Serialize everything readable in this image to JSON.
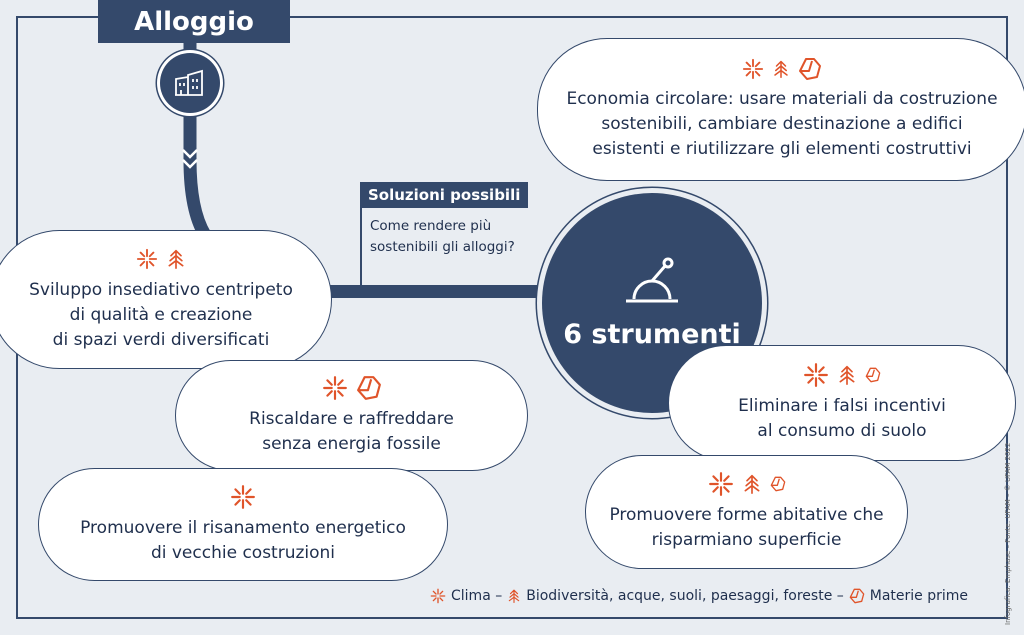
{
  "header": {
    "title": "Alloggio"
  },
  "solutions": {
    "heading": "Soluzioni possibili",
    "question_line1": "Come rendere più",
    "question_line2": "sostenibili gli alloggi?"
  },
  "center": {
    "label": "6 strumenti"
  },
  "instruments": [
    {
      "lines": [
        "Economia circolare: usare materiali da costruzione",
        "sostenibili, cambiare destinazione a edifici",
        "esistenti e riutilizzare gli elementi costruttivi"
      ],
      "icons": [
        "clima",
        "biodiversita",
        "materie-prime"
      ]
    },
    {
      "lines": [
        "Sviluppo insediativo centripeto",
        "di qualità e creazione",
        "di spazi verdi diversificati"
      ],
      "icons": [
        "clima",
        "biodiversita"
      ]
    },
    {
      "lines": [
        "Riscaldare e raffreddare",
        "senza energia fossile"
      ],
      "icons": [
        "clima",
        "materie-prime"
      ]
    },
    {
      "lines": [
        "Promuovere il risanamento energetico",
        "di vecchie costruzioni"
      ],
      "icons": [
        "clima"
      ]
    },
    {
      "lines": [
        "Eliminare i falsi incentivi",
        "al consumo di suolo"
      ],
      "icons": [
        "clima",
        "biodiversita",
        "materie-prime"
      ]
    },
    {
      "lines": [
        "Promuovere forme abitative che",
        "risparmiano superficie"
      ],
      "icons": [
        "clima",
        "biodiversita",
        "materie-prime"
      ]
    }
  ],
  "legend": {
    "clima": "Clima –",
    "biodiversita": "Biodiversità, acque, suoli, paesaggi, foreste –",
    "materie_prime": "Materie prime"
  },
  "credit": "Infografica: Emphase – Fonte: UFAM – © UFAM 2022",
  "colors": {
    "navy": "#34496b",
    "orange": "#e0542a",
    "background": "#e9edf2"
  }
}
